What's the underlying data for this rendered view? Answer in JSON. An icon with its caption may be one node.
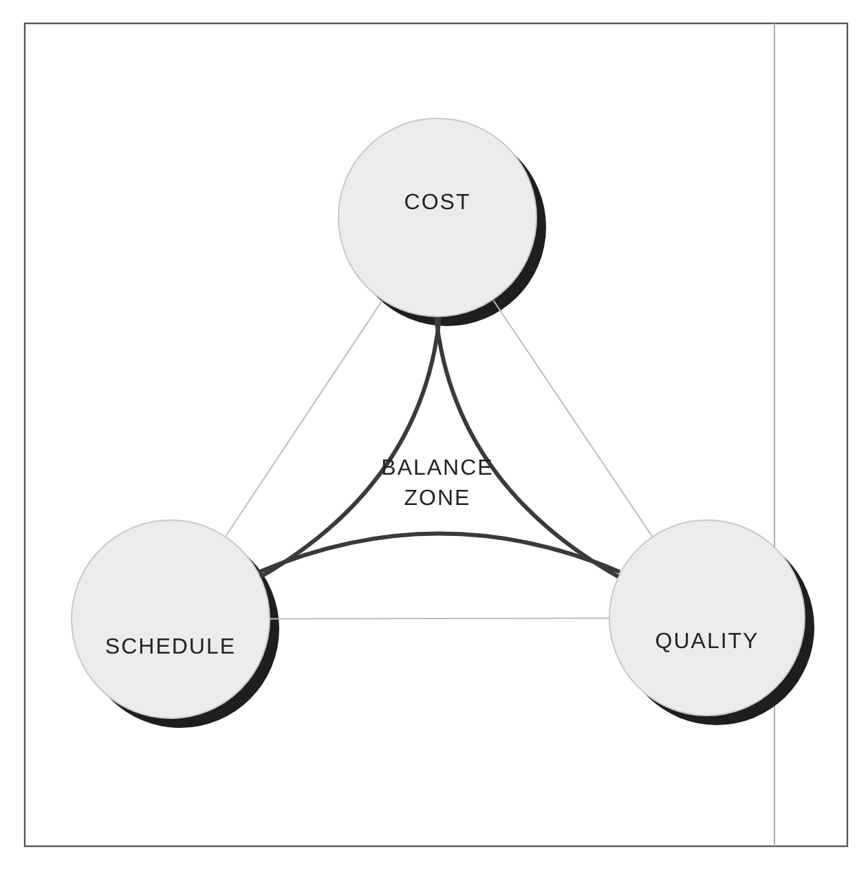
{
  "diagram": {
    "nodes": [
      {
        "text": [
          "COST"
        ]
      },
      {
        "text": [
          "SCHEDULE"
        ]
      },
      {
        "text": [
          "QUALITY"
        ]
      }
    ],
    "edges": [
      {
        "from": 0,
        "to": 1,
        "arrow": "none"
      },
      {
        "from": 0,
        "to": 2,
        "arrow": "none"
      },
      {
        "from": 1,
        "to": 2,
        "arrow": "none"
      },
      {
        "from": 0,
        "to": 1,
        "arrow": "none",
        "style": "thick",
        "color": "#3a3a3a"
      },
      {
        "from": 0,
        "to": 2,
        "arrow": "none",
        "style": "thick",
        "color": "#3a3a3a"
      },
      {
        "from": 1,
        "to": 2,
        "arrow": "none",
        "style": "thick",
        "color": "#3a3a3a"
      }
    ],
    "labels": [
      "BALANCE ZONE"
    ]
  }
}
